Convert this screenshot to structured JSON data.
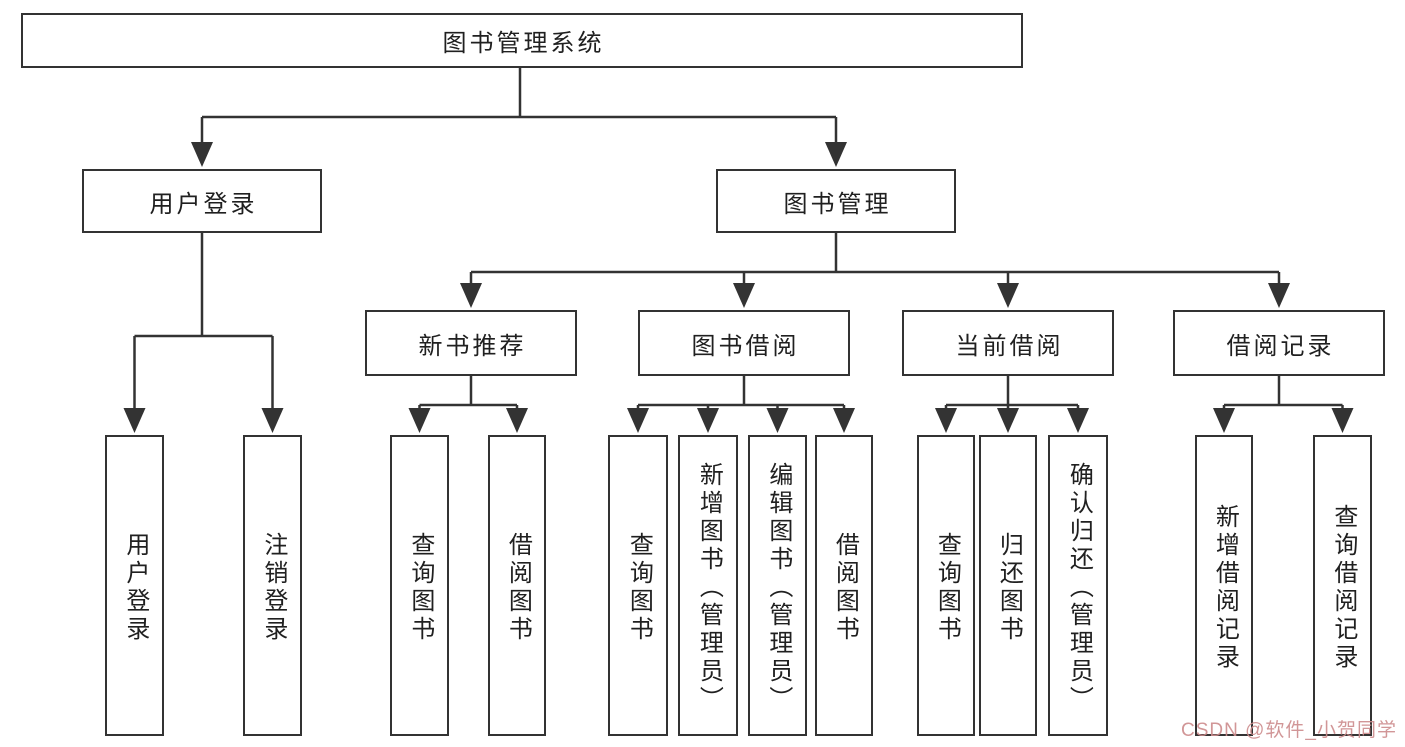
{
  "diagram": {
    "root": {
      "label": "图书管理系统"
    },
    "level2": [
      {
        "id": "user-login",
        "label": "用户登录"
      },
      {
        "id": "book-management",
        "label": "图书管理"
      }
    ],
    "level3": [
      {
        "id": "new-book-recommend",
        "label": "新书推荐"
      },
      {
        "id": "book-borrow",
        "label": "图书借阅"
      },
      {
        "id": "current-borrow",
        "label": "当前借阅"
      },
      {
        "id": "borrow-record",
        "label": "借阅记录"
      }
    ],
    "leaves": [
      {
        "group": "user-login",
        "label": "用户登录"
      },
      {
        "group": "user-login",
        "label": "注销登录"
      },
      {
        "group": "new-book-recommend",
        "label": "查询图书"
      },
      {
        "group": "new-book-recommend",
        "label": "借阅图书"
      },
      {
        "group": "book-borrow",
        "label": "查询图书"
      },
      {
        "group": "book-borrow",
        "label": "新增图书（管理员）"
      },
      {
        "group": "book-borrow",
        "label": "编辑图书（管理员）"
      },
      {
        "group": "book-borrow",
        "label": "借阅图书"
      },
      {
        "group": "current-borrow",
        "label": "查询图书"
      },
      {
        "group": "current-borrow",
        "label": "归还图书"
      },
      {
        "group": "current-borrow",
        "label": "确认归还（管理员）"
      },
      {
        "group": "borrow-record",
        "label": "新增借阅记录"
      },
      {
        "group": "borrow-record",
        "label": "查询借阅记录"
      }
    ],
    "colors": {
      "line": "#333333",
      "text": "#202020",
      "background": "#ffffff"
    }
  },
  "watermark": {
    "text": "CSDN @软件_小贺同学",
    "color": "#cd8b8c"
  }
}
